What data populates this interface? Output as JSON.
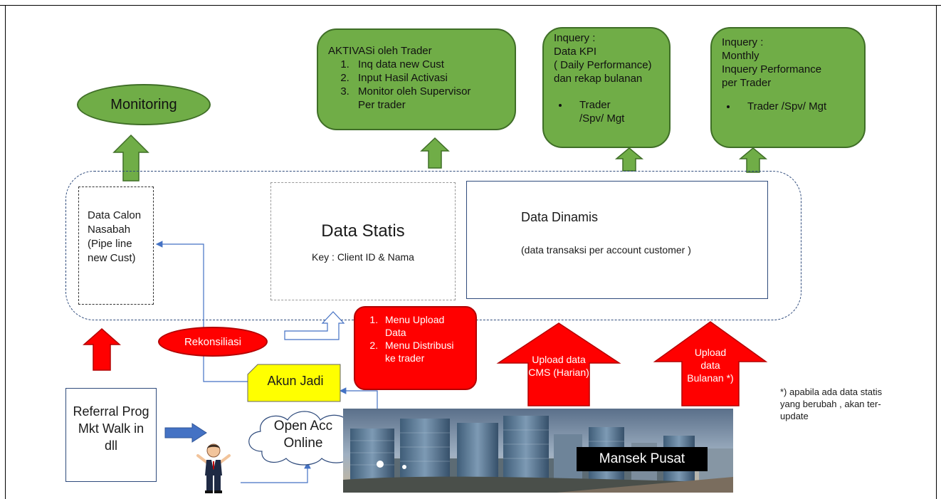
{
  "monitoring": {
    "label": "Monitoring"
  },
  "aktivasi": {
    "title": "AKTIVASi  oleh Trader",
    "items": [
      "Inq data new Cust",
      "Input Hasil Activasi",
      "Monitor oleh Supervisor Per trader"
    ]
  },
  "inquery_kpi": {
    "lines": [
      "Inquery :",
      "Data KPI",
      "( Daily Performance)",
      "dan rekap bulanan"
    ],
    "bullet": "Trader /Spv/ Mgt"
  },
  "inquery_monthly": {
    "lines": [
      "Inquery :",
      "Monthly",
      "Inquery Performance",
      "per Trader"
    ],
    "bullet": "Trader /Spv/ Mgt"
  },
  "data_calon": {
    "text": "Data Calon Nasabah (Pipe line new Cust)"
  },
  "data_statis": {
    "title": "Data Statis",
    "key": "Key : Client ID & Nama"
  },
  "data_dinamis": {
    "title": "Data Dinamis",
    "desc": "(data transaksi per account customer  )"
  },
  "rekonsiliasi": {
    "label": "Rekonsiliasi"
  },
  "menu_box": {
    "items": [
      "Menu Upload Data",
      "Menu Distribusi ke trader"
    ]
  },
  "upload_cms": {
    "label": "Upload data CMS (Harian)"
  },
  "upload_bulanan": {
    "label": "Upload data Bulanan *)"
  },
  "note": {
    "text": "*) apabila ada data statis yang berubah , akan ter-update"
  },
  "akun_jadi": {
    "label": "Akun Jadi"
  },
  "referral": {
    "text": "Referral Prog Mkt Walk in dll"
  },
  "open_acc": {
    "label": "Open Acc Online"
  },
  "mansek": {
    "label": "Mansek Pusat"
  },
  "colors": {
    "green": "#70ad47",
    "red": "#ff0000",
    "yellow": "#ffff00",
    "blue_arrow": "#4472c4",
    "connector": "#4472c4"
  }
}
